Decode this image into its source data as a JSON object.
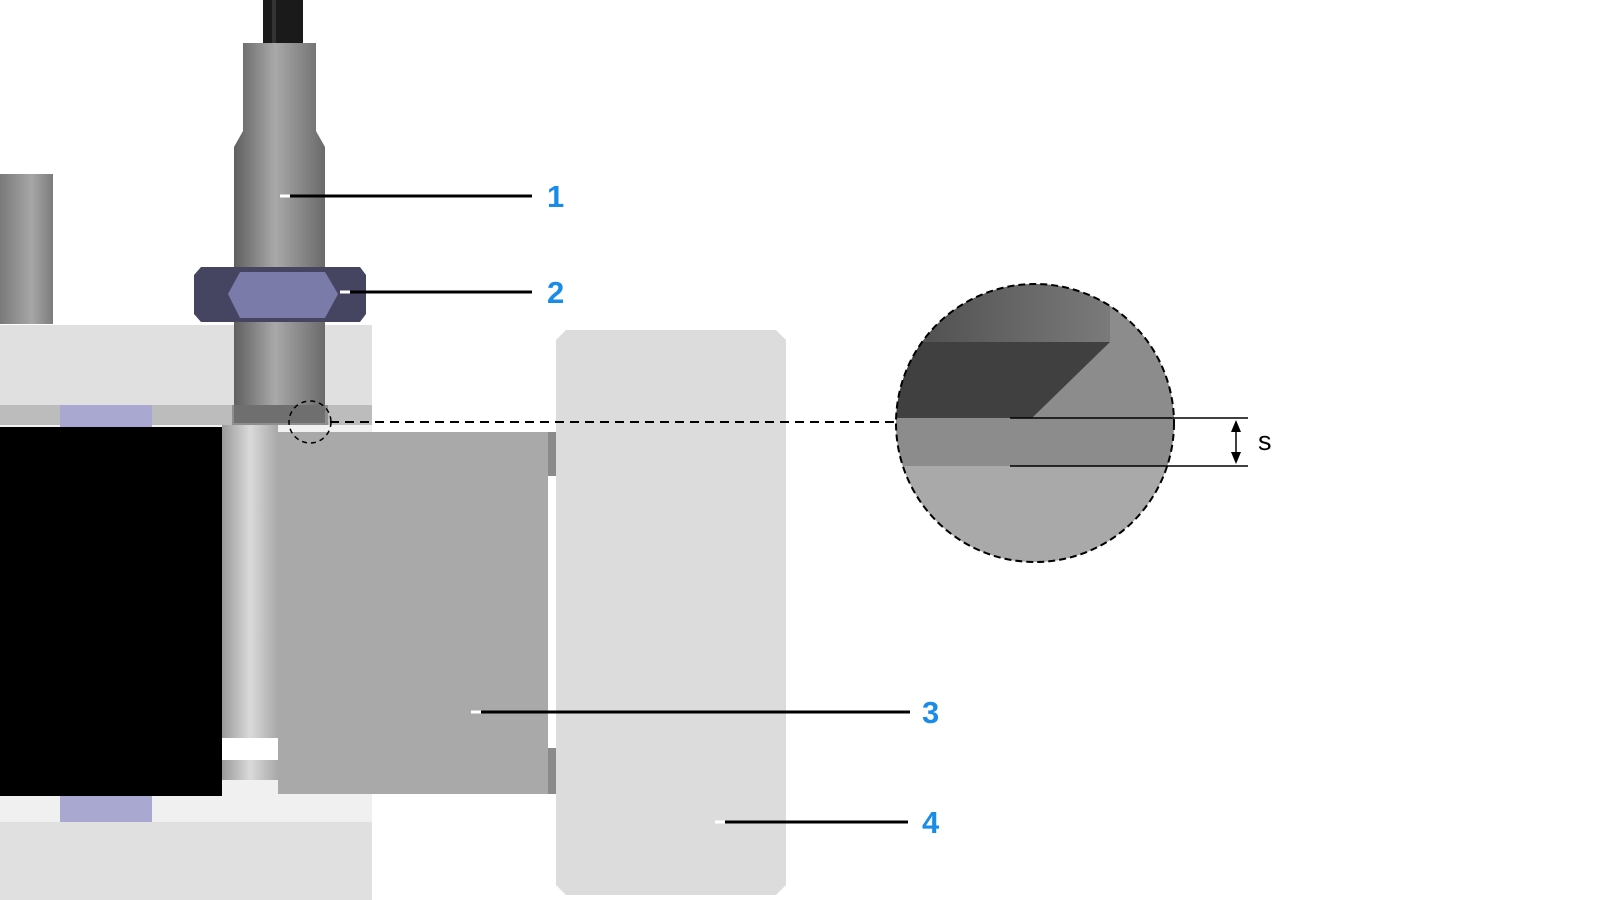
{
  "accent_color": "#1a8ce8",
  "callouts": [
    {
      "label": "1",
      "part": "proximity-sensor"
    },
    {
      "label": "2",
      "part": "lock-nut"
    },
    {
      "label": "3",
      "part": "target-block"
    },
    {
      "label": "4",
      "part": "guide-plate"
    }
  ],
  "detail": {
    "dimension_label": "s"
  }
}
